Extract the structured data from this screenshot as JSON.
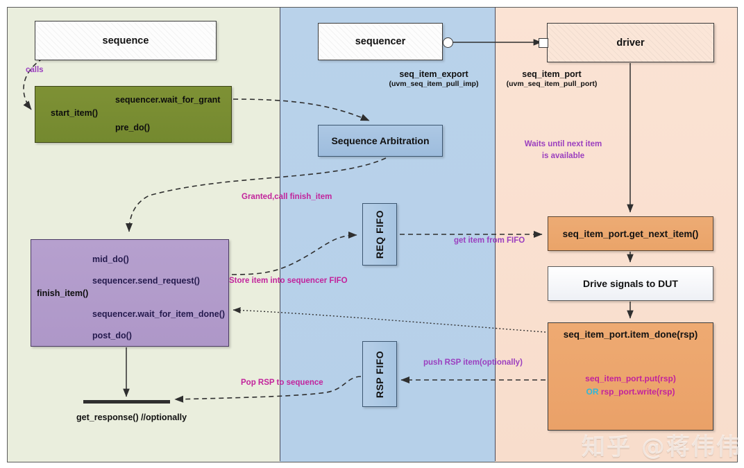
{
  "panels": {
    "sequence": {
      "name": "sequence-panel",
      "color": "#eaeedd"
    },
    "sequencer": {
      "name": "sequencer-panel",
      "color": "#b9d2ea"
    },
    "driver": {
      "name": "driver-panel",
      "color": "#fbe3d4"
    }
  },
  "boxes": {
    "sequence": "sequence",
    "sequencer": "sequencer",
    "driver": "driver",
    "arbitration": "Sequence Arbitration",
    "req_fifo": "REQ FIFO",
    "rsp_fifo": "RSP FIFO",
    "get_next_item": "seq_item_port.get_next_item()",
    "drive_signals": "Drive signals to DUT",
    "item_done_title": "seq_item_port.item_done(rsp)"
  },
  "start_item": {
    "left_label": "start_item()",
    "line_a": "sequencer.wait_for_grant",
    "line_b": "pre_do()"
  },
  "finish_item": {
    "left_label": "finish_item()",
    "mid_do": "mid_do()",
    "send_request": "sequencer.send_request()",
    "wait_for_item_done": "sequencer.wait_for_item_done()",
    "post_do": "post_do()"
  },
  "item_done_box": {
    "put": "seq_item_port.put(rsp)",
    "or_keyword": "OR",
    "write": "rsp_port.write(rsp)"
  },
  "port_labels": {
    "export": {
      "main": "seq_item_export",
      "sub": "(uvm_seq_item_pull_imp)"
    },
    "port": {
      "main": "seq_item_port",
      "sub": "(uvm_seq_item_pull_port)"
    }
  },
  "annotations": {
    "calls": "calls",
    "granted": "Granted,call finish_item",
    "store_item": "Store item into sequencer FIFO",
    "get_item": "get item from FIFO",
    "waits_line1": "Waits until next item",
    "waits_line2": "is available",
    "push_rsp": "push RSP item(optionally)",
    "pop_rsp": "Pop RSP to sequence"
  },
  "bottom": {
    "get_response": "get_response() //optionally"
  },
  "watermark": "知乎 @蒋伟伟",
  "colors": {
    "annotation_purple": "#9b3fbf",
    "annotation_magenta": "#c2239c",
    "or_cyan": "#2fb8d8",
    "green_box": "#7e9135",
    "purple_box": "#b6a0ce",
    "orange_box": "#eaa469"
  }
}
